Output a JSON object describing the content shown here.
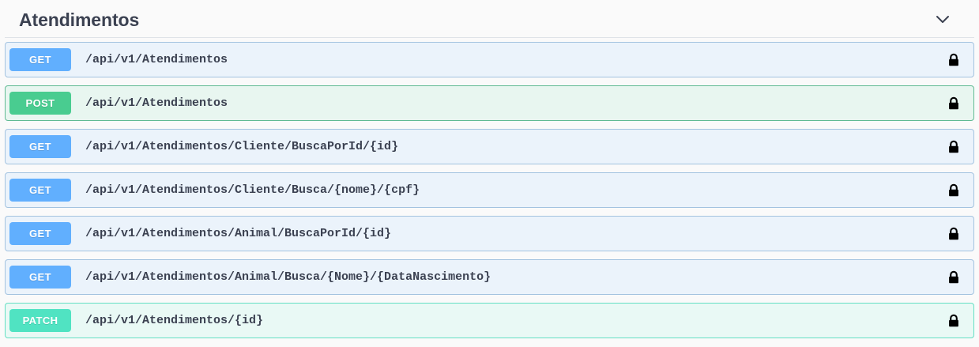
{
  "section": {
    "title": "Atendimentos",
    "collapse_icon": "chevron-down-icon",
    "expanded": true
  },
  "operations": [
    {
      "method": "GET",
      "method_key": "get",
      "path": "/api/v1/Atendimentos",
      "lock_icon": "lock-icon",
      "authorized": true
    },
    {
      "method": "POST",
      "method_key": "post",
      "path": "/api/v1/Atendimentos",
      "lock_icon": "lock-icon",
      "authorized": true
    },
    {
      "method": "GET",
      "method_key": "get",
      "path": "/api/v1/Atendimentos/Cliente/BuscaPorId/{id}",
      "lock_icon": "lock-icon",
      "authorized": true
    },
    {
      "method": "GET",
      "method_key": "get",
      "path": "/api/v1/Atendimentos/Cliente/Busca/{nome}/{cpf}",
      "lock_icon": "lock-icon",
      "authorized": true
    },
    {
      "method": "GET",
      "method_key": "get",
      "path": "/api/v1/Atendimentos/Animal/BuscaPorId/{id}",
      "lock_icon": "lock-icon",
      "authorized": true
    },
    {
      "method": "GET",
      "method_key": "get",
      "path": "/api/v1/Atendimentos/Animal/Busca/{Nome}/{DataNascimento}",
      "lock_icon": "lock-icon",
      "authorized": true
    },
    {
      "method": "PATCH",
      "method_key": "patch",
      "path": "/api/v1/Atendimentos/{id}",
      "lock_icon": "lock-icon",
      "authorized": true
    }
  ],
  "colors": {
    "page_background": "#fafafa",
    "title_text": "#3b4151",
    "get_badge": "#61affe",
    "get_row_background": "#ebf3fb",
    "get_row_border": "#a3c3e0",
    "post_badge": "#49cc90",
    "post_row_background": "#e8f6f0",
    "post_row_border": "#60ba93",
    "patch_badge": "#50e3c2",
    "patch_row_background": "#e9f9f5",
    "patch_row_border": "#63dfc3",
    "divider": "#dfe3e8",
    "lock_icon": "#000000"
  }
}
